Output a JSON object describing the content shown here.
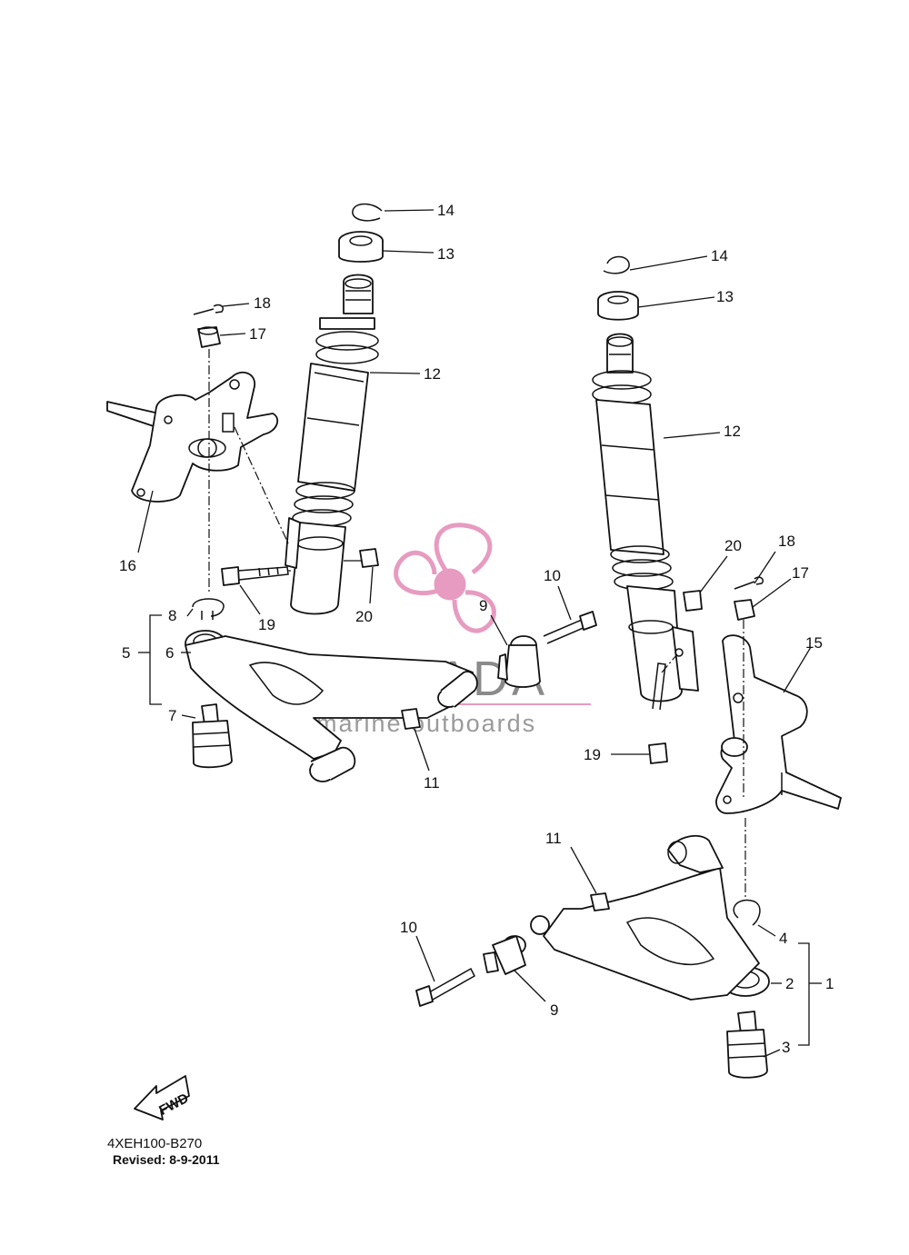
{
  "diagram": {
    "footer_code": "4XEH100-B270",
    "footer_revised": "Revised: 8-9-2011",
    "fwd_label": "FWD",
    "watermark": {
      "title": "ARMADA",
      "subtitle": "marine outboards",
      "logo_color": "#e79bc0"
    },
    "labels": {
      "l1": "1",
      "l2": "2",
      "l3": "3",
      "l4": "4",
      "l5": "5",
      "l6": "6",
      "l7": "7",
      "l8": "8",
      "l9a": "9",
      "l9b": "9",
      "l10a": "10",
      "l10b": "10",
      "l11a": "11",
      "l11b": "11",
      "l12a": "12",
      "l12b": "12",
      "l13a": "13",
      "l13b": "13",
      "l14a": "14",
      "l14b": "14",
      "l15": "15",
      "l16": "16",
      "l17a": "17",
      "l17b": "17",
      "l18a": "18",
      "l18b": "18",
      "l19a": "19",
      "l19b": "19",
      "l20a": "20",
      "l20b": "20"
    }
  }
}
